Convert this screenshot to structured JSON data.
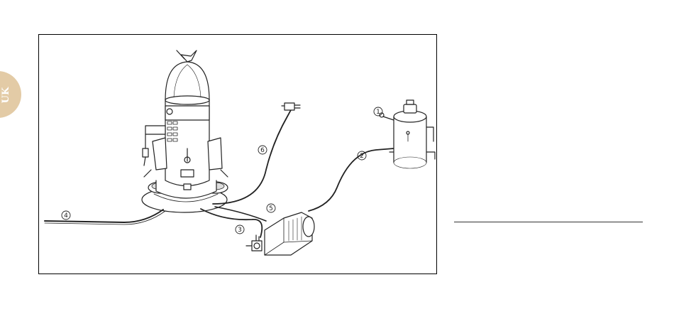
{
  "side_tab": {
    "label": "UK",
    "color": "#e3cba6"
  },
  "figure": {
    "callouts": [
      {
        "id": "callout-1",
        "label": "1"
      },
      {
        "id": "callout-2",
        "label": "2"
      },
      {
        "id": "callout-3",
        "label": "3"
      },
      {
        "id": "callout-4",
        "label": "4"
      },
      {
        "id": "callout-5",
        "label": "5"
      },
      {
        "id": "callout-6",
        "label": "6"
      }
    ]
  }
}
